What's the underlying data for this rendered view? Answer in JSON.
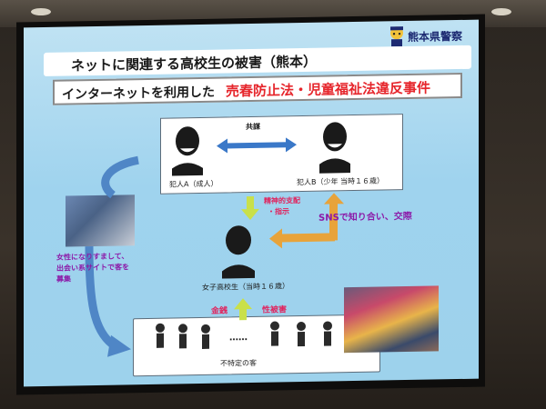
{
  "slide": {
    "logo_text": "熊本県警察",
    "title": "ネットに関連する高校生の被害（熊本）",
    "subtitle_prefix": "インターネットを利用した",
    "subtitle_highlight": "売春防止法・児童福祉法違反事件",
    "conspiracy_label": "共謀",
    "offender_a": "犯人A（成人）",
    "offender_b": "犯人B（少年 当時１６歳）",
    "control_label_1": "精神的支配",
    "control_label_2": "・指示",
    "sns_label": "SNSで知り合い、交際",
    "victim_label": "女子高校生（当時１６歳）",
    "money_label": "金銭",
    "harm_label": "性被害",
    "recruit_line_1": "女性になりすまして、",
    "recruit_line_2": "出会い系サイトで客を",
    "recruit_line_3": "募集",
    "dots": "……",
    "customers_label": "不特定の客"
  },
  "colors": {
    "title_red": "#e6262c",
    "purple": "#8c1aa8",
    "arrow_blue": "#4f86c6",
    "arrow_green": "#c9e04a",
    "arrow_orange": "#e8a33a"
  }
}
